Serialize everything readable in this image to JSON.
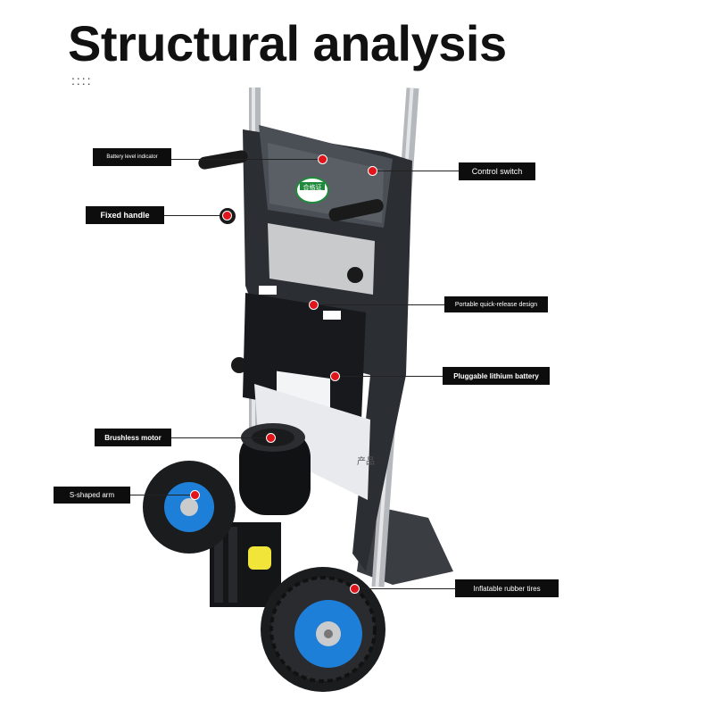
{
  "page": {
    "title": "Structural analysis",
    "decoration": "::::"
  },
  "product": {
    "badge_text": "合格证",
    "base_text": "产品"
  },
  "callouts": [
    {
      "id": "battery-level-indicator",
      "label": "Battery level indicator"
    },
    {
      "id": "control-switch",
      "label": "Control switch"
    },
    {
      "id": "fixed-handle",
      "label": "Fixed handle"
    },
    {
      "id": "portable-quick-release-design",
      "label": "Portable quick-release design"
    },
    {
      "id": "pluggable-lithium-battery",
      "label": "Pluggable lithium battery"
    },
    {
      "id": "brushless-motor",
      "label": "Brushless motor"
    },
    {
      "id": "s-shaped-arm",
      "label": "S-shaped arm"
    },
    {
      "id": "inflatable-rubber-tires",
      "label": "Inflatable rubber tires"
    }
  ],
  "colors": {
    "label_bg": "#0d0d0d",
    "marker": "#e0141b",
    "tire_hub": "#1e7fd8",
    "motor_accent": "#f2e53a"
  }
}
